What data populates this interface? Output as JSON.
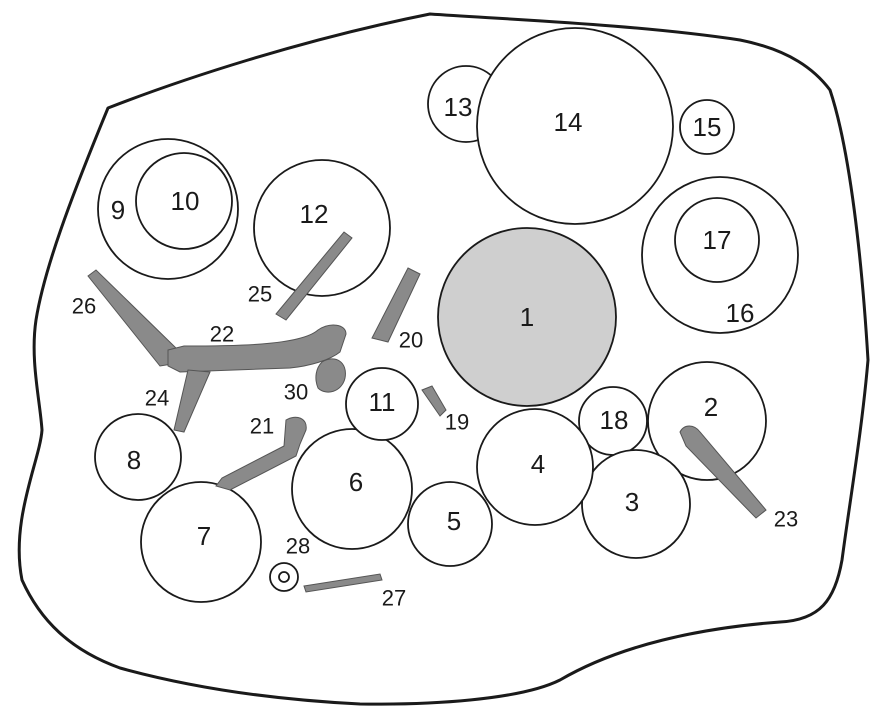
{
  "colors": {
    "outline": "#1a1a1a",
    "shaded_disc": "#cfcfcf",
    "rods": "#8a8a8a",
    "background": "#ffffff"
  },
  "labels": {
    "c1": "1",
    "c2": "2",
    "c3": "3",
    "c4": "4",
    "c5": "5",
    "c6": "6",
    "c7": "7",
    "c8": "8",
    "c9": "9",
    "c10": "10",
    "c11": "11",
    "c12": "12",
    "c13": "13",
    "c14": "14",
    "c15": "15",
    "c16": "16",
    "c17": "17",
    "c18": "18",
    "r19": "19",
    "r20": "20",
    "r21": "21",
    "r22": "22",
    "r23": "23",
    "r24": "24",
    "r25": "25",
    "r26": "26",
    "r27": "27",
    "c28": "28",
    "r30": "30"
  }
}
